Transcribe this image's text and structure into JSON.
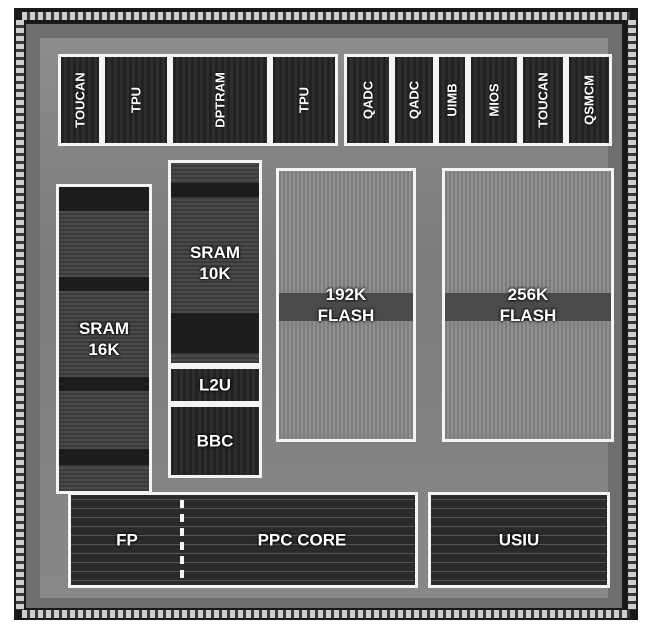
{
  "die": {
    "top_blocks": [
      {
        "label": "TOUCAN"
      },
      {
        "label": "TPU"
      },
      {
        "label": "DPTRAM"
      },
      {
        "label": "TPU"
      },
      {
        "label": "QADC"
      },
      {
        "label": "QADC"
      },
      {
        "label": "UIMB"
      },
      {
        "label": "MIOS"
      },
      {
        "label": "TOUCAN"
      },
      {
        "label": "QSMCM"
      }
    ],
    "sram16": "SRAM\n16K",
    "sram10": "SRAM\n10K",
    "l2u": "L2U",
    "bbc": "BBC",
    "flash192": "192K\nFLASH",
    "flash256": "256K\nFLASH",
    "fp": "FP",
    "ppc_core": "PPC CORE",
    "usiu": "USIU"
  },
  "colors": {
    "outline": "#f4f4f4",
    "label": "#ffffff",
    "background": "#1a1a1a"
  }
}
